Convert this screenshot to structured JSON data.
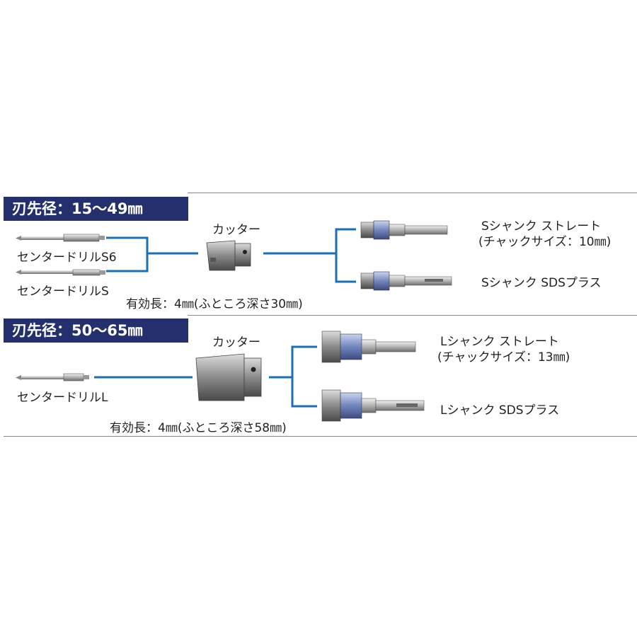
{
  "section1": {
    "title": "刃先径：15～49㎜",
    "cutter_label": "カッター",
    "drills": [
      "センタードリルS6",
      "センタードリルS"
    ],
    "effective_length": "有効長：4㎜(ふところ深さ30㎜)",
    "shanks": [
      {
        "label": "Sシャンク ストレート",
        "sub": "(チャックサイズ：10㎜)"
      },
      {
        "label": "Sシャンク SDSプラス",
        "sub": ""
      }
    ]
  },
  "section2": {
    "title": "刃先径：50～65㎜",
    "cutter_label": "カッター",
    "drills": [
      "センタードリルL"
    ],
    "effective_length": "有効長：4㎜(ふところ深さ58㎜)",
    "shanks": [
      {
        "label": "Lシャンク ストレート",
        "sub": "(チャックサイズ：13㎜)"
      },
      {
        "label": "Lシャンク SDSプラス",
        "sub": ""
      }
    ]
  },
  "colors": {
    "connector": "#1b6fb5",
    "label_bg": "#23306d",
    "divider": "#888888"
  }
}
